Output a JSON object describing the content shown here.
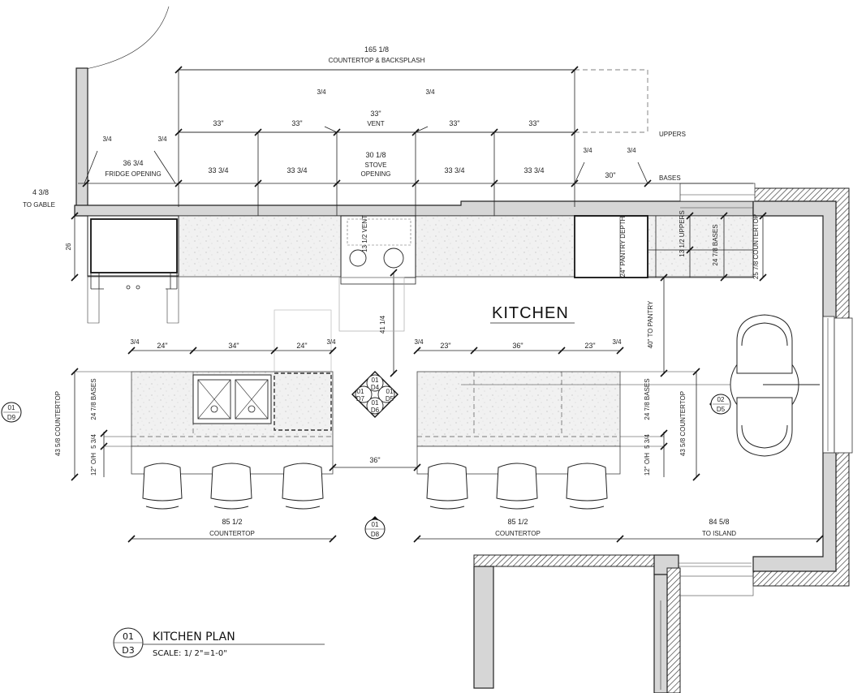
{
  "room_title": "KITCHEN",
  "plan_title": "KITCHEN PLAN",
  "plan_scale": "SCALE: 1/ 2\"=1-0\"",
  "plan_tag": {
    "num": "01",
    "sheet": "D3"
  },
  "dims": {
    "countertop_backsplash_val": "165 1/8",
    "countertop_backsplash_label": "COUNTERTOP & BACKSPLASH",
    "uppers": [
      "33\"",
      "33\"",
      "33\"",
      "33\"",
      "33\""
    ],
    "vent_label": "VENT",
    "uppers_label": "UPPERS",
    "bases_label": "BASES",
    "fridge_val": "36 3/4",
    "fridge_label": "FRIDGE OPENING",
    "bases": [
      "33 3/4",
      "33 3/4",
      "33 3/4",
      "33 3/4",
      "30\""
    ],
    "stove_val": "30 1/8",
    "stove_label1": "STOVE",
    "stove_label2": "OPENING",
    "gap_3_4": "3/4",
    "to_gable_val": "4 3/8",
    "to_gable_label": "TO GABLE",
    "vent_depth": "13 1/2 VENT",
    "pantry_depth": "24\" PANTRY DEPTH",
    "uppers_depth": "13 1/2 UPPERS",
    "bases_depth": "24 7/8 BASES",
    "countertop_depth": "25 7/8 COUNTERTOP",
    "aisle_41": "41 1/4",
    "to_pantry": "40\" TO PANTRY",
    "island_left_segs": [
      "24\"",
      "34\"",
      "24\""
    ],
    "island_right_segs": [
      "23\"",
      "36\"",
      "23\""
    ],
    "island_gap": "36\"",
    "island_countertop_val": "85 1/2",
    "countertop_label": "COUNTERTOP",
    "to_island_val": "84 5/8",
    "to_island_label": "TO ISLAND",
    "island_depth_ct": "43 5/8 COUNTERTOP",
    "island_depth_bases": "24 7/8 BASES",
    "island_5_3_4": "5 3/4",
    "island_oh": "12\" O/H",
    "side_26": "26"
  },
  "callouts": [
    {
      "num": "01",
      "sheet": "D4"
    },
    {
      "num": "01",
      "sheet": "D5"
    },
    {
      "num": "01",
      "sheet": "D6"
    },
    {
      "num": "01",
      "sheet": "D7"
    },
    {
      "num": "01",
      "sheet": "D9"
    },
    {
      "num": "02",
      "sheet": "D5"
    },
    {
      "num": "01",
      "sheet": "D8"
    }
  ]
}
